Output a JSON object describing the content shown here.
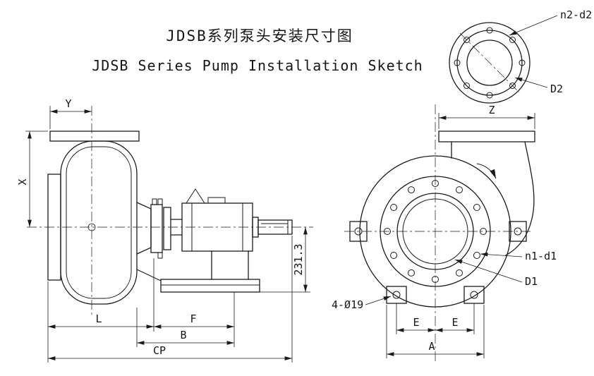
{
  "title": {
    "cn": "JDSB系列泵头安装尺寸图",
    "en": "JDSB Series Pump Installation Sketch"
  },
  "side_view": {
    "dims": {
      "y": "Y",
      "x": "X",
      "height": "231.3",
      "l": "L",
      "f": "F",
      "b": "B",
      "cp": "CP"
    }
  },
  "front_view": {
    "dims": {
      "z": "Z",
      "e_left": "E",
      "e_right": "E",
      "a": "A"
    },
    "labels": {
      "n2_d2": "n2-d2",
      "d2": "D2",
      "n1_d1": "n1-d1",
      "d1": "D1",
      "holes": "4-Ø19"
    }
  }
}
